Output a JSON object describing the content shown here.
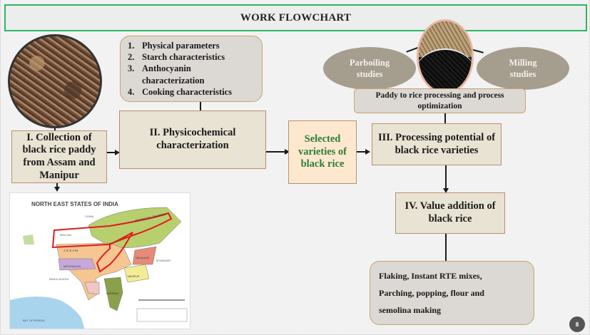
{
  "title": "WORK FLOWCHART",
  "steps": {
    "collection": "I. Collection of black rice paddy from Assam and Manipur",
    "physicochemical": "II. Physicochemical characterization",
    "selected": "Selected varieties of black rice",
    "processing": "III. Processing potential of black rice varieties",
    "value_addition": "IV. Value addition of black rice"
  },
  "parameters_list": [
    {
      "num": "1.",
      "text": "Physical parameters"
    },
    {
      "num": "2.",
      "text": "Starch characteristics"
    },
    {
      "num": "3.",
      "text": "Anthocyanin characterization"
    },
    {
      "num": "4.",
      "text": "Cooking characteristics"
    }
  ],
  "processing_studies": {
    "left": "Parboiling studies",
    "right": "Milling studies",
    "optimization": "Paddy to rice processing and process optimization"
  },
  "products": {
    "line1": "Flaking, Instant RTE mixes,",
    "line2": "Parching, popping, flour and",
    "line3": "semolina making"
  },
  "map": {
    "title": "NORTH EAST STATES OF INDIA",
    "labels": {
      "arunachal": "ARUNACHAL PRADESH",
      "china": "CHINA",
      "bhutan": "BHUTAN",
      "assam": "A S S A M",
      "meghalaya": "MEGHALAYA",
      "nagaland": "NAGALAND",
      "manipur": "MANIPUR",
      "mizoram": "MIZORAM",
      "myanmar": "MYANMAR",
      "bangladesh": "BANGLADESH",
      "bay": "BAY OF BENGAL"
    }
  },
  "colors": {
    "title_border": "#2fb565",
    "selected_text": "#2e7d32",
    "highlight_outline": "#e01b1b"
  },
  "page_number": "8"
}
